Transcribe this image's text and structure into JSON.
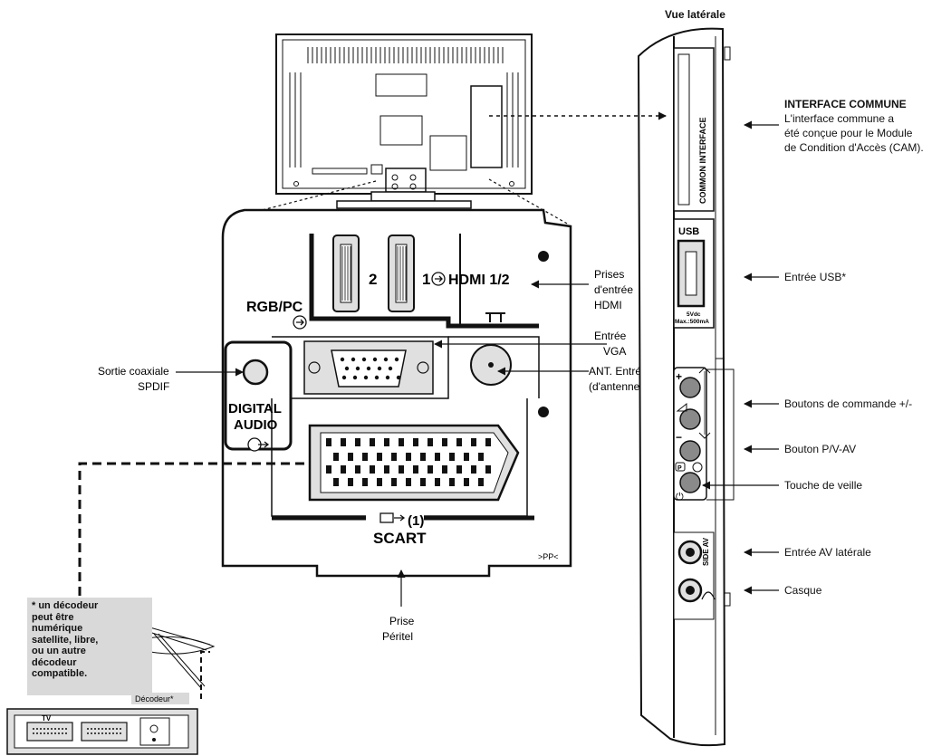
{
  "side_view_title": "Vue latérale",
  "common_interface": {
    "title": "INTERFACE COMMUNE",
    "lines": [
      "L'interface commune a",
      "été conçue pour le Module",
      "de Condition d'Accès  (CAM)."
    ],
    "slot_label": "COMMON INTERFACE"
  },
  "side_callouts": {
    "usb": "Entrée USB*",
    "control_buttons": "Boutons de commande +/-",
    "pv_av_button": "Bouton P/V-AV",
    "standby": "Touche de veille",
    "side_av": "Entrée AV latérale",
    "headphone": "Casque"
  },
  "side_panel_marks": {
    "usb": "USB",
    "usb_rating_1": "5Vdc",
    "usb_rating_2": "Max.:500mA",
    "side_av": "SIDE AV",
    "plus": "+",
    "minus": "−",
    "p_label": "P",
    "power_symbol": "⏻"
  },
  "rear_panel": {
    "hdmi_2": "2",
    "hdmi_1": "1",
    "hdmi": "HDMI 1/2",
    "rgb_pc": "RGB/PC",
    "digital_audio_1": "DIGITAL",
    "digital_audio_2": "AUDIO",
    "scart_num": "(1)",
    "scart": "SCART",
    "mark": ">PP<"
  },
  "rear_callouts": {
    "hdmi_1": "Prises",
    "hdmi_2": "d'entrée",
    "hdmi_3": "HDMI",
    "vga_1": "Entrée",
    "vga_2": "VGA",
    "ant_1": "ANT. Entrée",
    "ant_2": "(d'antenne)",
    "spdif_1": "Sortie coaxiale",
    "spdif_2": "SPDIF",
    "scart_1": "Prise",
    "scart_2": "Péritel"
  },
  "decoder_note": [
    "* un décodeur",
    "peut être",
    "numérique",
    "satellite, libre,",
    "ou un autre",
    "décodeur",
    "compatible."
  ],
  "decoder_box": {
    "tag": "Décodeur*",
    "tv": "TV"
  },
  "colors": {
    "line": "#111111",
    "panel_fill": "#ffffff",
    "port_fill": "#e0e0e0",
    "button_fill": "#8a8a8a",
    "note_fill": "#d9d9d9"
  }
}
